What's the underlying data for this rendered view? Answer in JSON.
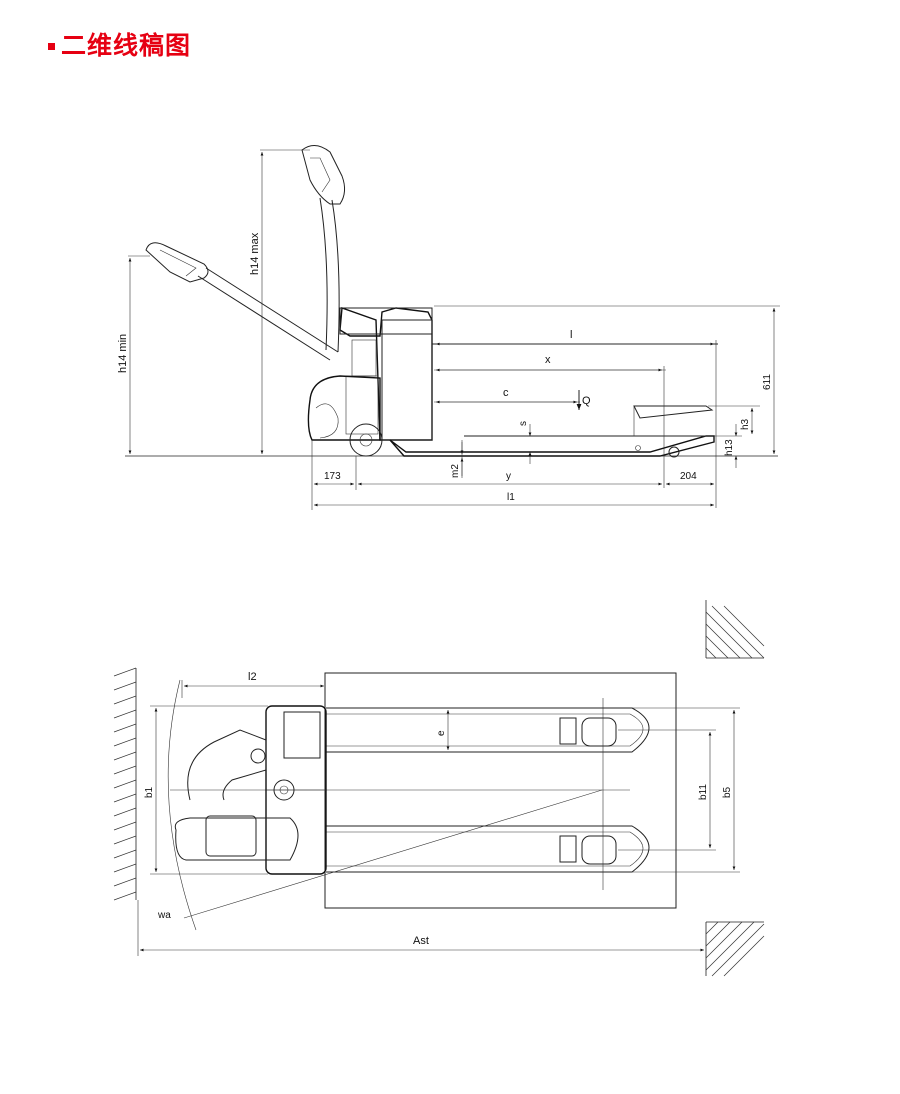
{
  "header": {
    "title": "二维线稿图"
  },
  "side_view": {
    "labels": {
      "h14_max": "h14 max",
      "h14_min": "h14 min",
      "l": "l",
      "x": "x",
      "c": "c",
      "q": "Q",
      "s": "s",
      "h3": "h3",
      "h13": "h13",
      "d611": "611",
      "d173": "173",
      "m2": "m2",
      "y": "y",
      "d204": "204",
      "l1": "l1"
    }
  },
  "top_view": {
    "labels": {
      "l2": "l2",
      "e": "e",
      "b1": "b1",
      "b11": "b11",
      "b5": "b5",
      "wa": "wa",
      "ast": "Ast"
    }
  }
}
